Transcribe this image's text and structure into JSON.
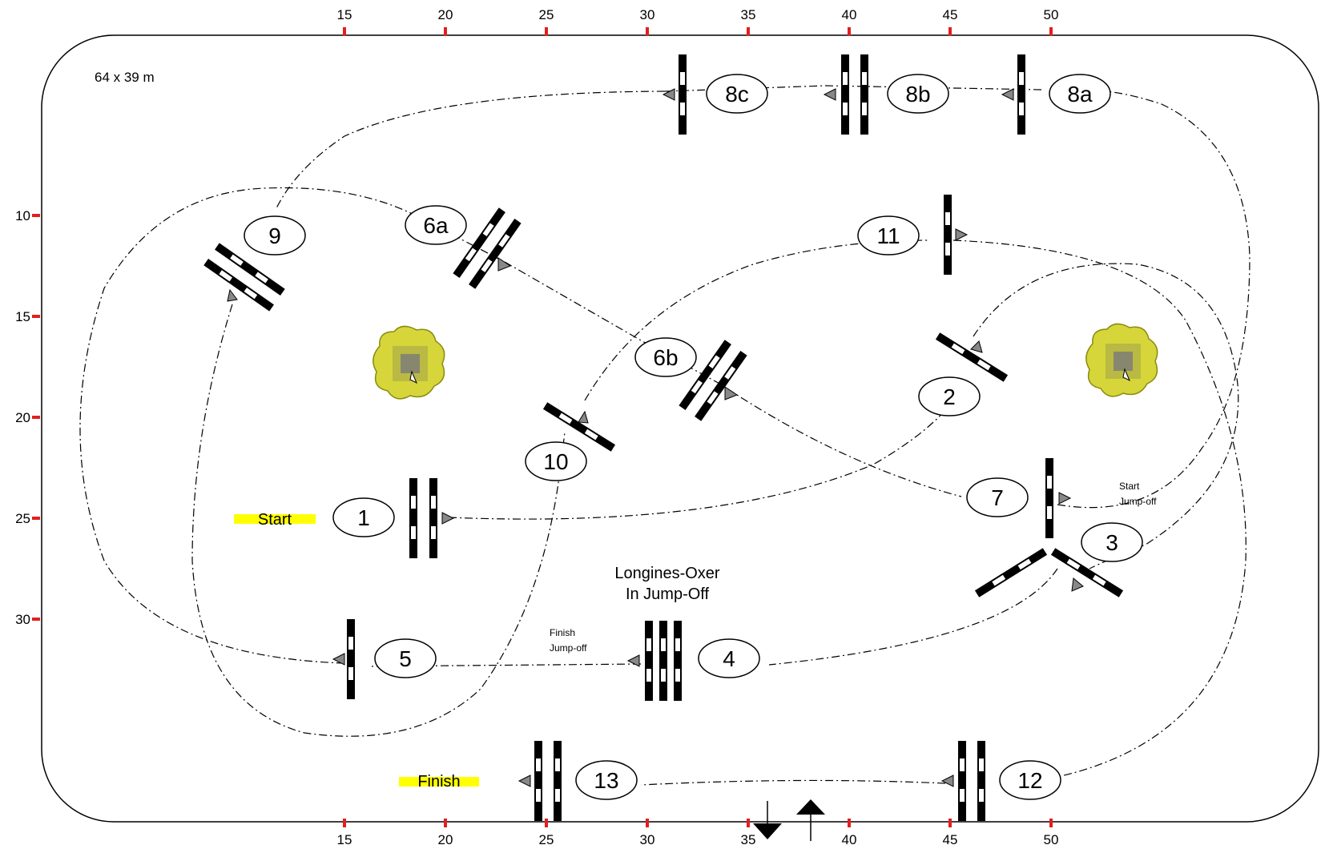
{
  "arena_size": "64 x 39 m",
  "top_ticks": [
    "15",
    "20",
    "25",
    "30",
    "35",
    "40",
    "45",
    "50"
  ],
  "bottom_ticks": [
    "15",
    "20",
    "25",
    "30",
    "35",
    "40",
    "45",
    "50"
  ],
  "left_ticks": [
    "10",
    "15",
    "20",
    "25",
    "30"
  ],
  "colors": {
    "tick": "#e02020",
    "highlight": "#ffff00",
    "tree_outer": "#d6d63a",
    "tree_inner": "#7a7a7a"
  },
  "labels": {
    "start": "Start",
    "finish": "Finish",
    "oxer_line1": "Longines-Oxer",
    "oxer_line2": "In Jump-Off",
    "start_jo_1": "Start",
    "start_jo_2": "Jump-off",
    "finish_jo_1": "Finish",
    "finish_jo_2": "Jump-off"
  },
  "obstacles": [
    "1",
    "2",
    "3",
    "4",
    "5",
    "6a",
    "6b",
    "7",
    "8a",
    "8b",
    "8c",
    "9",
    "10",
    "11",
    "12",
    "13"
  ],
  "icons": [
    "entrance-arrow-icon",
    "exit-arrow-icon",
    "tree-icon",
    "direction-arrow-icon"
  ]
}
